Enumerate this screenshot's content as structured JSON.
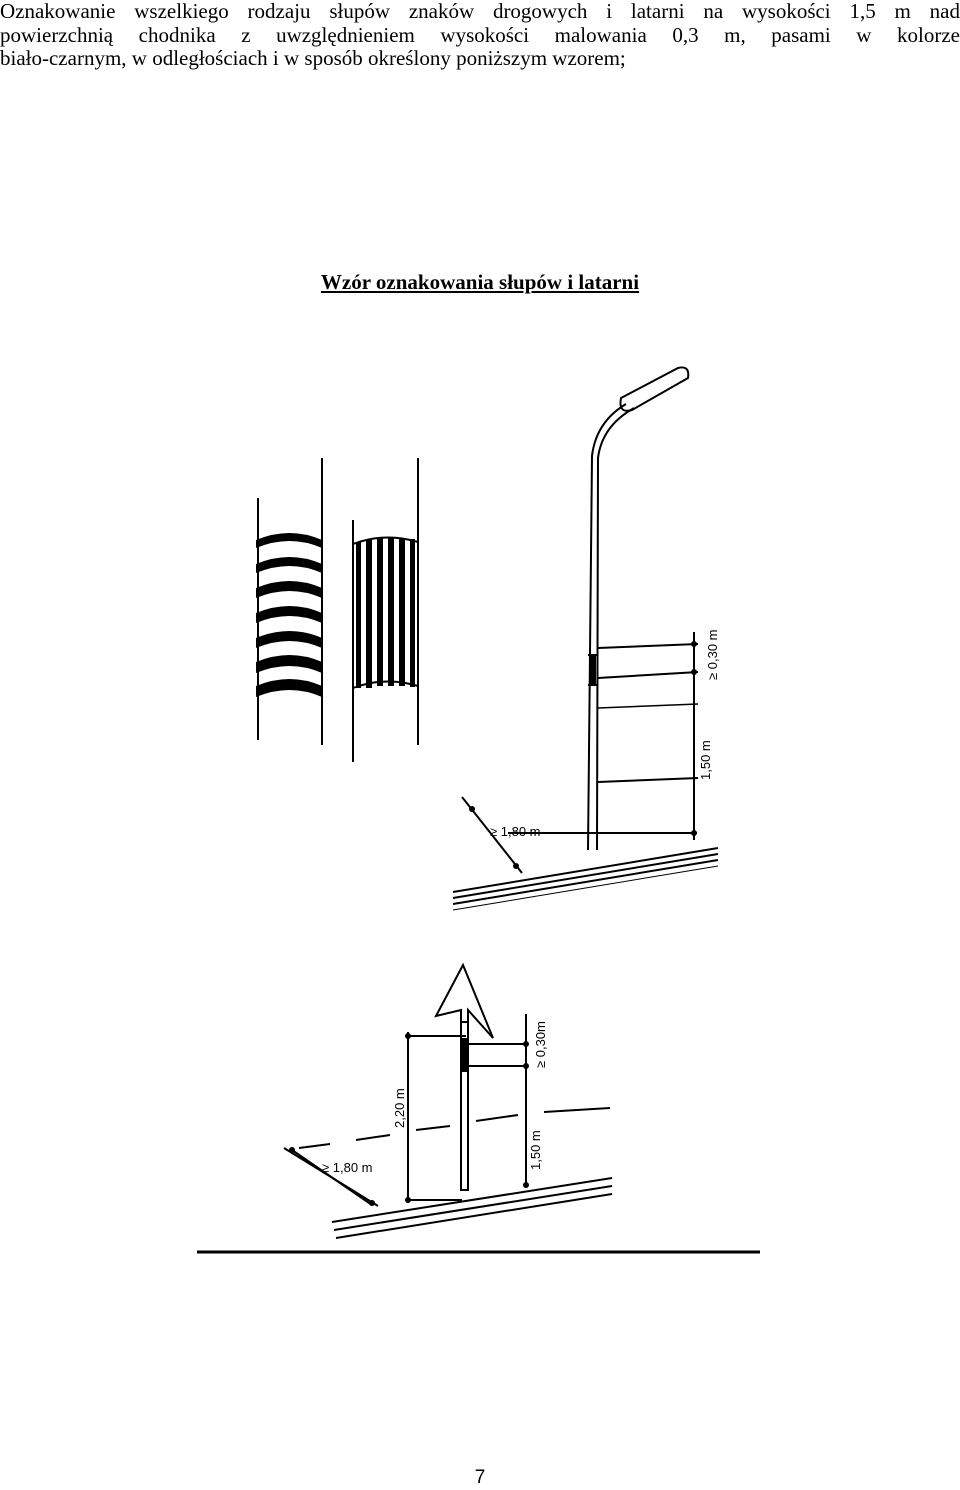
{
  "document": {
    "paragraph_lines": [
      "Oznakowanie wszelkiego rodzaju słupów znaków drogowych i latarni na wysokości 1,5 m nad",
      "powierzchnią chodnika z uwzględnieniem wysokości malowania 0,3 m, pasami w kolorze",
      "biało-czarnym, w odległościach i w sposób określony poniższym wzorem;"
    ],
    "caption": "Wzór oznakowania słupów i latarni",
    "page_number": "7"
  },
  "figure": {
    "lamp_labels": {
      "height_mark": "≥ 0,30 m",
      "height_pole": "1,50 m",
      "distance": "≥ 1,80 m"
    },
    "sign_labels": {
      "height_total": "2,20 m",
      "height_mark": "≥ 0,30m",
      "height_pole": "1,50 m",
      "distance": "≥ 1,80 m"
    }
  }
}
